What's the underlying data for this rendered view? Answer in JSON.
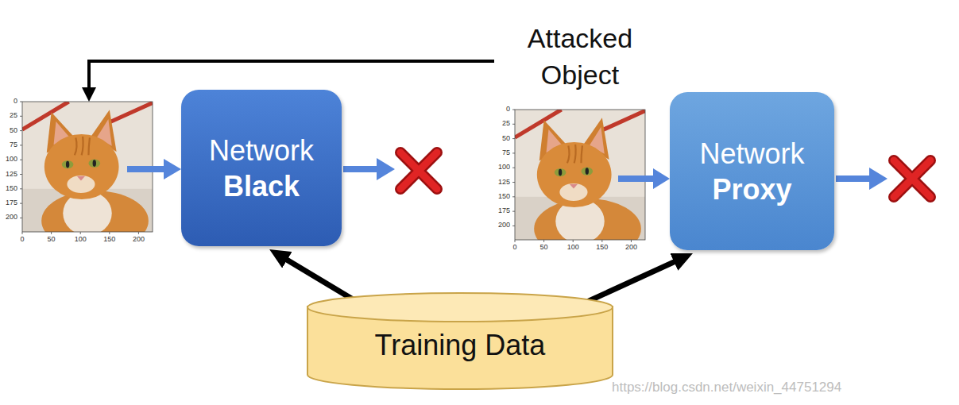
{
  "diagram": {
    "nodes": [
      {
        "text": [
          "Network",
          "Black"
        ]
      },
      {
        "text": [
          "Network",
          "Proxy"
        ]
      },
      {
        "text": [
          "Training Data"
        ]
      }
    ],
    "edges": [
      {
        "from": 2,
        "to": 0,
        "arrow": "to"
      },
      {
        "from": 2,
        "to": 1,
        "arrow": "to"
      }
    ],
    "labels": [
      "Attacked Object",
      "0",
      "25",
      "50",
      "75",
      "100",
      "125",
      "150",
      "175",
      "200",
      "0",
      "50",
      "100",
      "150",
      "200",
      "0",
      "25",
      "50",
      "75",
      "100",
      "125",
      "150",
      "175",
      "200",
      "0",
      "50",
      "100",
      "150",
      "200",
      "https://blog.csdn.net/weixin_44751294"
    ]
  }
}
